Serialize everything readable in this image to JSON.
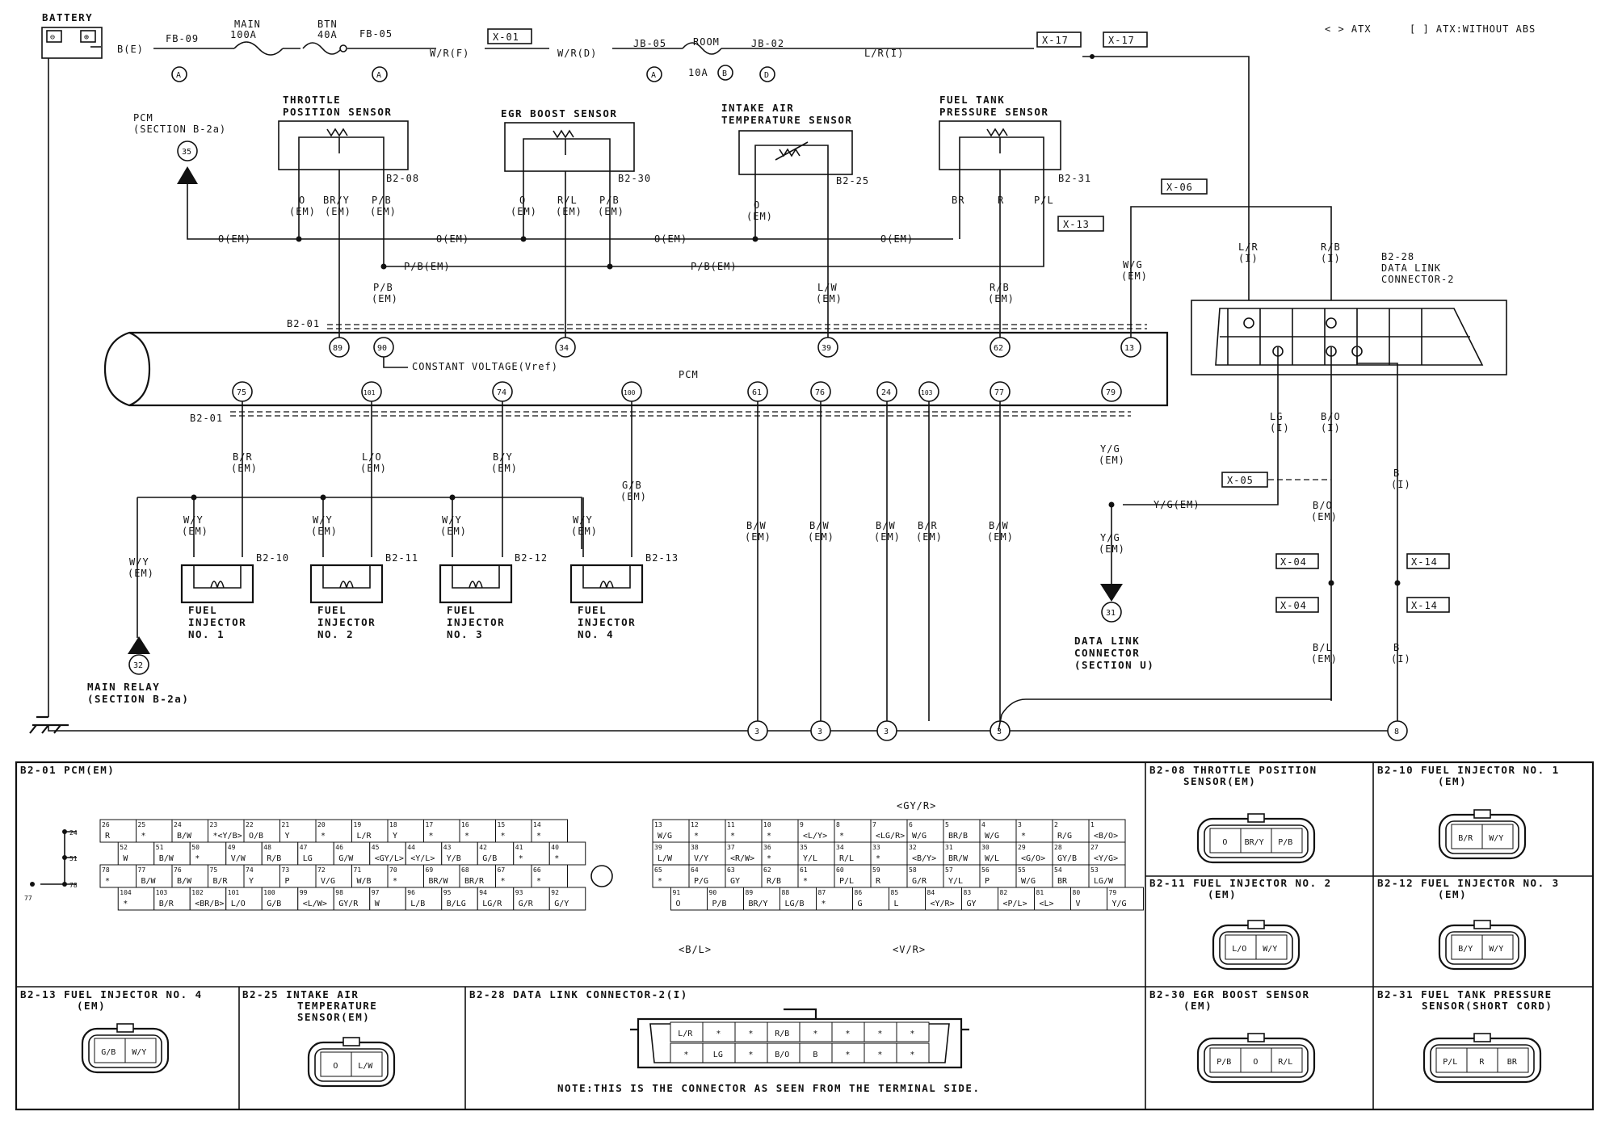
{
  "legend": {
    "atx": "< > ATX",
    "atx_no_abs": "[ ] ATX:WITHOUT ABS"
  },
  "top": {
    "battery": "BATTERY",
    "b_e": "B(E)",
    "fb09": "FB-09",
    "main": "MAIN",
    "main_amp": "100A",
    "btn": "BTN",
    "btn_amp": "40A",
    "fb05": "FB-05",
    "wr_f": "W/R(F)",
    "x01": "X-01",
    "wr_d": "W/R(D)",
    "jb05": "JB-05",
    "room": "ROOM",
    "room_amp": "10A",
    "jb02": "JB-02",
    "lr_i": "L/R(I)",
    "x17": "X-17",
    "circle_a": "A",
    "circle_b": "B",
    "circle_d": "D"
  },
  "sensors": {
    "pcm_ref": "PCM",
    "pcm_ref2": "(SECTION B-2a)",
    "c35": "35",
    "tps_1": "THROTTLE",
    "tps_2": "POSITION SENSOR",
    "tps_conn": "B2-08",
    "egr": "EGR BOOST SENSOR",
    "egr_conn": "B2-30",
    "iat_1": "INTAKE AIR",
    "iat_2": "TEMPERATURE SENSOR",
    "iat_conn": "B2-25",
    "ftp_1": "FUEL TANK",
    "ftp_2": "PRESSURE SENSOR",
    "ftp_conn": "B2-31",
    "o_em": "O(EM)",
    "pb_em": "P/B(EM)",
    "o": "O",
    "em": "(EM)",
    "bry": "BR/Y",
    "pb": "P/B",
    "rl": "R/L",
    "br": "BR",
    "r": "R",
    "pl": "P/L",
    "x13": "X-13",
    "x06": "X-06",
    "lw": "L/W",
    "rb": "R/B",
    "wg": "W/G",
    "lr": "L/R",
    "i": "(I)",
    "b228": "B2-28",
    "dlc_1": "DATA LINK",
    "dlc_2": "CONNECTOR-2"
  },
  "pcm": {
    "label": "PCM",
    "b201": "B2-01",
    "vref": "CONSTANT VOLTAGE(Vref)",
    "top_pins": [
      "89",
      "90",
      "34",
      "39",
      "62",
      "13"
    ],
    "bottom_pins": [
      "75",
      "101",
      "74",
      "100",
      "61",
      "76",
      "24",
      "103",
      "77",
      "79"
    ]
  },
  "injectors": {
    "br": "B/R",
    "lo": "L/O",
    "by": "B/Y",
    "gb": "G/B",
    "wy": "W/Y",
    "conns": [
      "B2-10",
      "B2-11",
      "B2-12",
      "B2-13"
    ],
    "fuel": "FUEL",
    "injector": "INJECTOR",
    "nos": [
      "NO. 1",
      "NO. 2",
      "NO. 3",
      "NO. 4"
    ],
    "main_relay": "MAIN RELAY",
    "main_relay_sec": "(SECTION B-2a)",
    "c32": "32"
  },
  "grounds": {
    "bw": "B/W",
    "br": "B/R",
    "yg": "Y/G",
    "yg_em": "Y/G(EM)",
    "x05": "X-05",
    "lg": "LG",
    "bo": "B/O",
    "bl": "B/L",
    "b": "B",
    "x04": "X-04",
    "x14": "X-14",
    "dlc_1": "DATA LINK",
    "dlc_2": "CONNECTOR",
    "dlc_3": "(SECTION U)",
    "c31": "31",
    "g3": "3",
    "g8": "8"
  },
  "connectors": {
    "pcm_title": "B2-01 PCM(EM)",
    "tps_title_1": "B2-08 THROTTLE POSITION",
    "tps_title_2": "SENSOR(EM)",
    "tps_pins": [
      "O",
      "BR/Y",
      "P/B"
    ],
    "inj1_title_1": "B2-10 FUEL INJECTOR NO. 1",
    "inj1_pins": [
      "B/R",
      "W/Y"
    ],
    "inj2_title_1": "B2-11 FUEL INJECTOR NO. 2",
    "inj2_pins": [
      "L/O",
      "W/Y"
    ],
    "inj3_title_1": "B2-12 FUEL INJECTOR NO. 3",
    "inj3_pins": [
      "B/Y",
      "W/Y"
    ],
    "inj4_title_1": "B2-13 FUEL INJECTOR NO. 4",
    "inj4_pins": [
      "G/B",
      "W/Y"
    ],
    "em": "(EM)",
    "iat_title_1": "B2-25 INTAKE AIR",
    "iat_title_2": "TEMPERATURE",
    "iat_title_3": "SENSOR(EM)",
    "iat_pins": [
      "O",
      "L/W"
    ],
    "dlc_title": "B2-28 DATA LINK CONNECTOR-2(I)",
    "dlc_row1": [
      "L/R",
      "*",
      "*",
      "R/B",
      "*",
      "*",
      "*",
      "*"
    ],
    "dlc_row2": [
      "*",
      "LG",
      "*",
      "B/O",
      "B",
      "*",
      "*",
      "*"
    ],
    "dlc_note": "NOTE:THIS IS THE CONNECTOR AS SEEN FROM THE TERMINAL SIDE.",
    "egr_title_1": "B2-30 EGR BOOST SENSOR",
    "egr_pins": [
      "P/B",
      "O",
      "R/L"
    ],
    "ftp_title_1": "B2-31 FUEL TANK PRESSURE",
    "ftp_title_2": "SENSOR(SHORT CORD)",
    "ftp_pins": [
      "P/L",
      "R",
      "BR"
    ],
    "gyr": "<GY/R>",
    "bl_note": "<B/L>",
    "vr_note": "<V/R>",
    "side_24": "24",
    "side_51": "51",
    "side_78": "78",
    "side_77": "77",
    "left_rows": [
      [
        "26 R",
        "25 *",
        "24 B/W",
        "23 *<Y/B>",
        "22 O/B",
        "21 Y",
        "20 *",
        "19 L/R",
        "18 Y",
        "17 *",
        "16 *",
        "15 *",
        "14 *"
      ],
      [
        "",
        "52 W",
        "51 B/W",
        "50 *",
        "49 V/W",
        "48 R/B",
        "47 LG",
        "46 G/W",
        "45 <GY/L>",
        "44 <Y/L>",
        "43 Y/B",
        "42 G/B",
        "41 *",
        "40 *"
      ],
      [
        "78 *",
        "77 B/W",
        "76 B/W",
        "75 B/R",
        "74 Y",
        "73 P",
        "72 V/G",
        "71 W/B",
        "70 *",
        "69 BR/W",
        "68 BR/R",
        "67 *",
        "66 *"
      ],
      [
        "",
        "104 *",
        "103 B/R",
        "102 <BR/B>",
        "101 L/O",
        "100 G/B",
        "99 <L/W>",
        "98 GY/R",
        "97 W",
        "96 L/B",
        "95 B/LG",
        "94 LG/R",
        "93 G/R",
        "92 G/Y"
      ]
    ],
    "right_rows": [
      [
        "13 W/G",
        "12 *",
        "11 *",
        "10 *",
        "9 <L/Y>",
        "8 *",
        "7 <LG/R>",
        "6 W/G",
        "5 BR/B",
        "4 W/G",
        "3 *",
        "2 R/G",
        "1 <B/O>"
      ],
      [
        "39 L/W",
        "38 V/Y",
        "37 <R/W>",
        "36 *",
        "35 Y/L",
        "34 R/L",
        "33 *",
        "32 <B/Y>",
        "31 BR/W",
        "30 W/L",
        "29 <G/O>",
        "28 GY/B",
        "27 <Y/G>"
      ],
      [
        "65 *",
        "64 P/G",
        "63 GY",
        "62 R/B",
        "61 *",
        "60 P/L",
        "59 R",
        "58 G/R",
        "57 Y/L",
        "56 P",
        "55 W/G",
        "54 BR",
        "53 LG/W"
      ],
      [
        "",
        "91 O",
        "90 P/B",
        "89 BR/Y",
        "88 LG/B",
        "87 *",
        "86 G",
        "85 L",
        "84 <Y/R>",
        "83 GY",
        "82 <P/L>",
        "81 <L>",
        "80 V",
        "79 Y/G"
      ]
    ]
  }
}
